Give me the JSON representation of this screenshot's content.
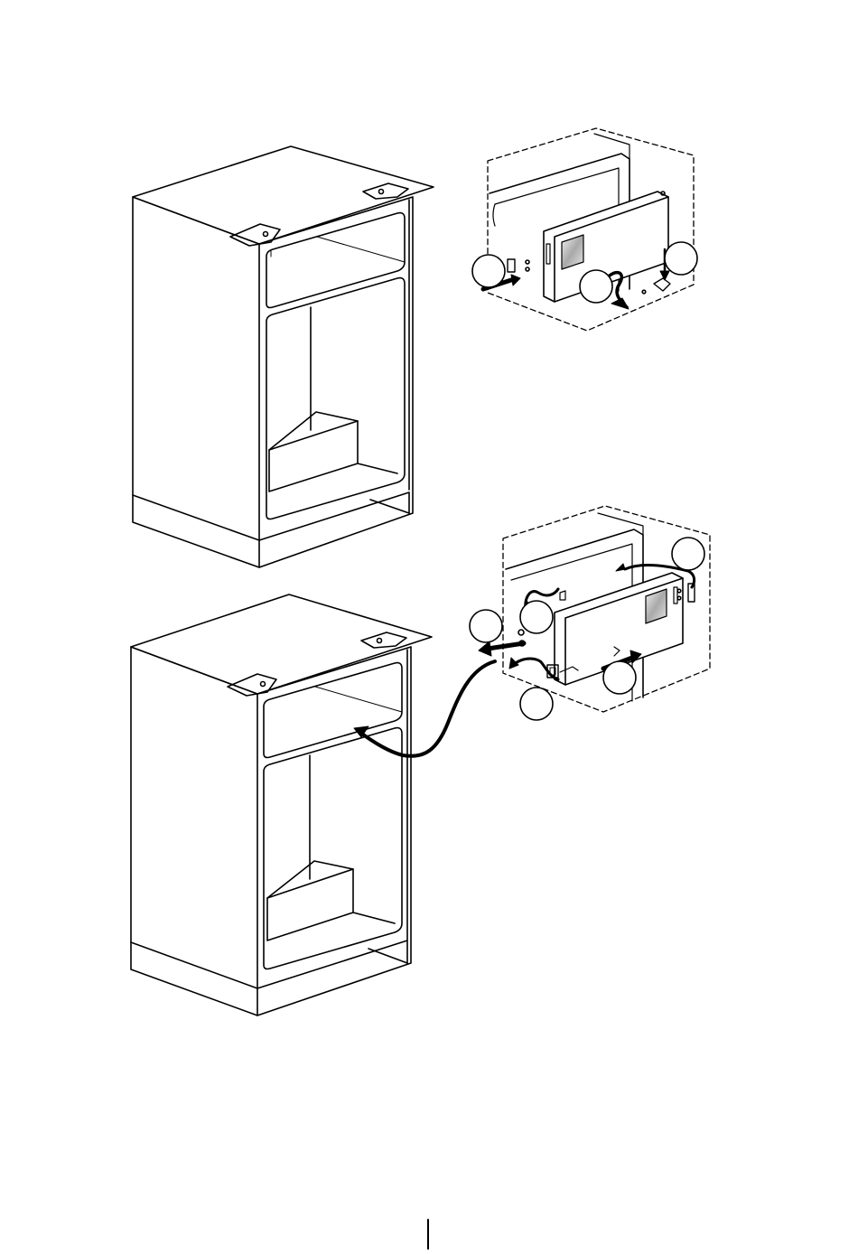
{
  "figure": {
    "line_color": "#000000",
    "fill_color": "#ffffff",
    "shade_color": "#d9d9d9",
    "callouts": [
      {
        "id": "a",
        "label": ""
      },
      {
        "id": "b",
        "label": ""
      },
      {
        "id": "c",
        "label": ""
      },
      {
        "id": "d",
        "label": ""
      },
      {
        "id": "e",
        "label": ""
      },
      {
        "id": "f",
        "label": ""
      },
      {
        "id": "g",
        "label": ""
      }
    ]
  }
}
